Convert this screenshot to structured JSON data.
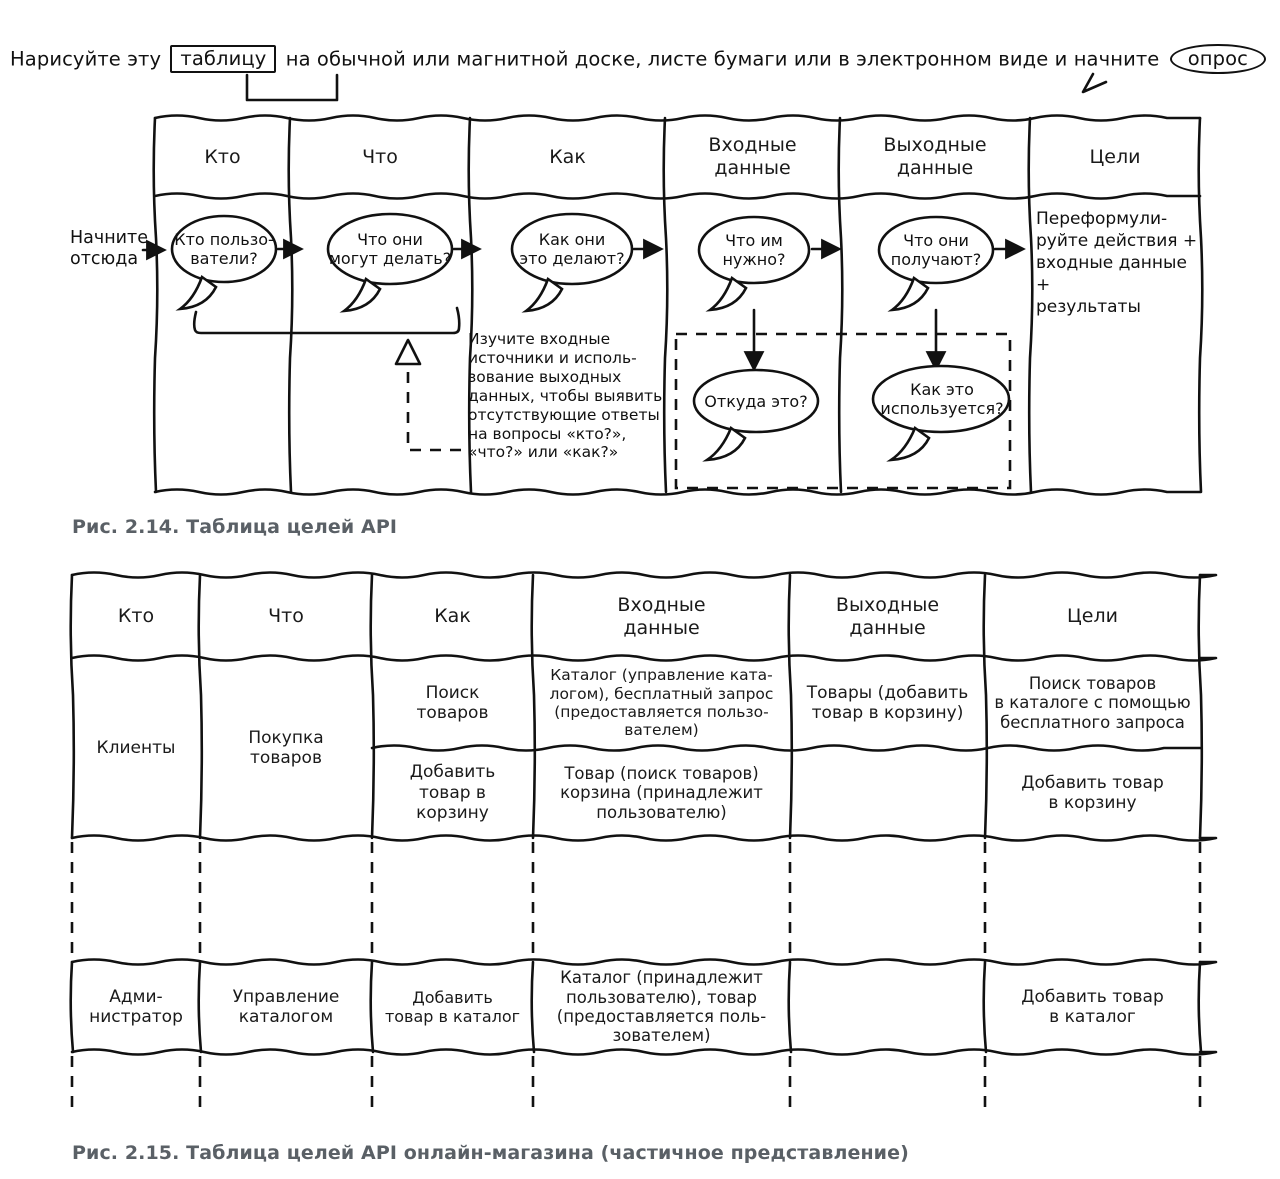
{
  "instruction": {
    "part1": "Нарисуйте эту",
    "boxed": "таблицу",
    "part2": "на обычной или магнитной доске, листе бумаги или в электронном виде и начните",
    "bubble": "опрос"
  },
  "figure1": {
    "caption": "Рис. 2.14.  Таблица целей API",
    "start_label_line1": "Начните",
    "start_label_line2": "отсюда",
    "headers": [
      "Кто",
      "Что",
      "Как",
      "Входные\nданные",
      "Выходные\nданные",
      "Цели"
    ],
    "bubbles": [
      {
        "name": "who-bubble",
        "line1": "Кто пользо-",
        "line2": "ватели?"
      },
      {
        "name": "what-bubble",
        "line1": "Что они",
        "line2": "могут делать?"
      },
      {
        "name": "how-bubble",
        "line1": "Как они",
        "line2": "это делают?"
      },
      {
        "name": "inputs-bubble",
        "line1": "Что им",
        "line2": "нужно?"
      },
      {
        "name": "outputs-bubble",
        "line1": "Что они",
        "line2": "получают?"
      },
      {
        "name": "source-bubble",
        "line1": "Откуда это?",
        "line2": ""
      },
      {
        "name": "usage-bubble",
        "line1": "Как это",
        "line2": "используется?"
      }
    ],
    "goals_text": "Переформули-\nруйте действия +\nвходные данные +\nрезультаты",
    "annotation": "Изучите входные\nисточники и исполь-\nзование выходных\nданных, чтобы выявить\nотсутствующие ответы\nна вопросы «кто?»,\n«что?» или «как?»"
  },
  "figure2": {
    "caption": "Рис. 2.15.  Таблица целей API онлайн-магазина (частичное представление)",
    "headers": [
      "Кто",
      "Что",
      "Как",
      "Входные\nданные",
      "Выходные\nданные",
      "Цели"
    ],
    "rows": [
      {
        "who": "Клиенты",
        "what": "Покупка\nтоваров",
        "how": "Поиск\nтоваров",
        "inputs": "Каталог (управление ката-\nлогом), бесплатный запрос\n(предоставляется пользо-\nвателем)",
        "outputs": "Товары (добавить\nтовар в корзину)",
        "goals": "Поиск товаров\nв каталоге с помощью\nбесплатного запроса"
      },
      {
        "who": "",
        "what": "",
        "how": "Добавить\nтовар в\nкорзину",
        "inputs": "Товар (поиск товаров)\nкорзина (принадлежит\nпользователю)",
        "outputs": "",
        "goals": "Добавить товар\nв корзину"
      },
      {
        "who": "Адми-\nнистратор",
        "what": "Управление\nкаталогом",
        "how": "Добавить\nтовар в каталог",
        "inputs": "Каталог (принадлежит\nпользователю), товар\n(предоставляется поль-\nзователем)",
        "outputs": "",
        "goals": "Добавить товар\nв каталог"
      }
    ]
  },
  "colors": {
    "ink": "#111111",
    "caption": "#5a6066",
    "paper": "#ffffff"
  }
}
